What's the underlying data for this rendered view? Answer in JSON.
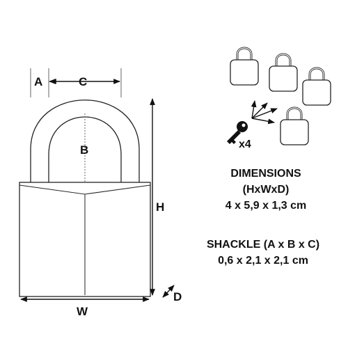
{
  "labels": {
    "a": "A",
    "b": "B",
    "c": "C",
    "h": "H",
    "w": "W",
    "d": "D"
  },
  "key_count": "x4",
  "dimensions": {
    "title": "DIMENSIONS",
    "subtitle": "(HxWxD)",
    "value": "4 x 5,9 x 1,3 cm"
  },
  "shackle": {
    "title": "SHACKLE (A x B x C)",
    "value": "0,6 x 2,1 x 2,1 cm"
  },
  "icons": [
    "padlock-icon",
    "key-icon"
  ]
}
